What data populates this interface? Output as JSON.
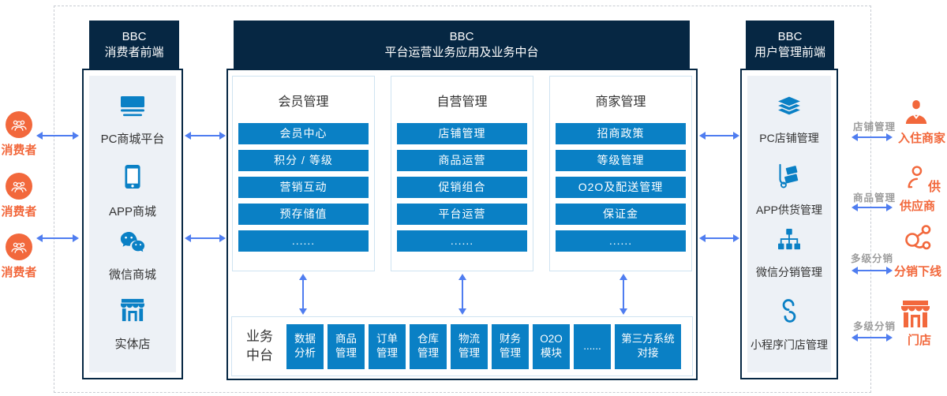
{
  "colors": {
    "navy": "#062743",
    "primary_blue": "#0a80c5",
    "orange": "#f2683c",
    "arrow_blue": "#4f7df0"
  },
  "left_actors": [
    {
      "icon": "consumers-group-icon",
      "label": "消费者"
    },
    {
      "icon": "consumers-group-icon",
      "label": "消费者"
    },
    {
      "icon": "consumers-group-icon",
      "label": "消费者"
    }
  ],
  "left_panel": {
    "title_line1": "BBC",
    "title_line2": "消费者前端",
    "items": [
      {
        "icon": "pc-monitor-icon",
        "label": "PC商城平台"
      },
      {
        "icon": "smartphone-icon",
        "label": "APP商城"
      },
      {
        "icon": "wechat-icon",
        "label": "微信商城"
      },
      {
        "icon": "storefront-icon",
        "label": "实体店"
      }
    ]
  },
  "center_panel": {
    "title_line1": "BBC",
    "title_line2": "平台运营业务应用及业务中台",
    "columns": [
      {
        "title": "会员管理",
        "items": [
          "会员中心",
          "积分 / 等级",
          "营销互动",
          "预存储值",
          "......"
        ]
      },
      {
        "title": "自营管理",
        "items": [
          "店铺管理",
          "商品运营",
          "促销组合",
          "平台运营",
          "......"
        ]
      },
      {
        "title": "商家管理",
        "items": [
          "招商政策",
          "等级管理",
          "O2O及配送管理",
          "保证金",
          "......"
        ]
      }
    ],
    "middle_platform": {
      "label": "业务\n中台",
      "modules": [
        "数据\n分析",
        "商品\n管理",
        "订单\n管理",
        "仓库\n管理",
        "物流\n管理",
        "财务\n管理",
        "O2O\n模块",
        "......",
        "第三方系统\n对接"
      ]
    }
  },
  "right_panel": {
    "title_line1": "BBC",
    "title_line2": "用户管理前端",
    "items": [
      {
        "icon": "layers-icon",
        "label": "PC店铺管理"
      },
      {
        "icon": "handtruck-icon",
        "label": "APP供货管理"
      },
      {
        "icon": "sitemap-icon",
        "label": "微信分销管理"
      },
      {
        "icon": "miniprogram-icon",
        "label": "小程序门店管理"
      }
    ]
  },
  "right_actors": [
    {
      "icon": "merchant-person-icon",
      "relation": "店铺管理",
      "label": "入住商家"
    },
    {
      "icon": "supplier-person-icon",
      "relation": "商品管理",
      "label": "供应商",
      "side_text": "供"
    },
    {
      "icon": "share-network-icon",
      "relation": "多级分销",
      "label": "分销下线"
    },
    {
      "icon": "store-orange-icon",
      "relation": "多级分销",
      "label": "门店"
    }
  ]
}
